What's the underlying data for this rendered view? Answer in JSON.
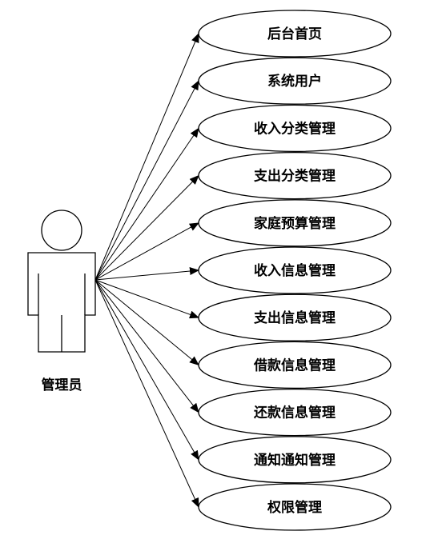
{
  "actor": {
    "label": "管理员"
  },
  "use_cases": [
    {
      "label": "后台首页"
    },
    {
      "label": "系统用户"
    },
    {
      "label": "收入分类管理"
    },
    {
      "label": "支出分类管理"
    },
    {
      "label": "家庭预算管理"
    },
    {
      "label": "收入信息管理"
    },
    {
      "label": "支出信息管理"
    },
    {
      "label": "借款信息管理"
    },
    {
      "label": "还款信息管理"
    },
    {
      "label": "通知通知管理"
    },
    {
      "label": "权限管理"
    }
  ]
}
